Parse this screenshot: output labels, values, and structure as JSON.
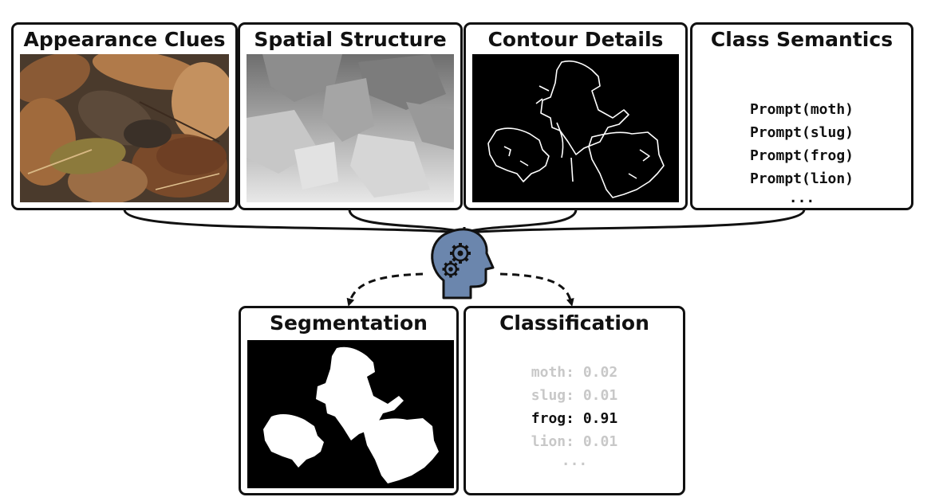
{
  "inputs": {
    "appearance_title": "Appearance Clues",
    "spatial_title": "Spatial Structure",
    "contour_title": "Contour Details",
    "class_title": "Class Semantics",
    "prompts": [
      "Prompt(moth)",
      "Prompt(slug)",
      "Prompt(frog)",
      "Prompt(lion)",
      "..."
    ]
  },
  "outputs": {
    "segmentation_title": "Segmentation",
    "classification_title": "Classification",
    "scores": [
      {
        "label": "moth",
        "score": "0.02",
        "highlight": false
      },
      {
        "label": "slug",
        "score": "0.01",
        "highlight": false
      },
      {
        "label": "frog",
        "score": "0.91",
        "highlight": true
      },
      {
        "label": "lion",
        "score": "0.01",
        "highlight": false
      }
    ],
    "scores_more": "..."
  },
  "icons": {
    "model": "head-with-gears-icon"
  },
  "colors": {
    "head_fill": "#6b86ad",
    "outline": "#111111",
    "dim_text": "#c8c8c8"
  }
}
